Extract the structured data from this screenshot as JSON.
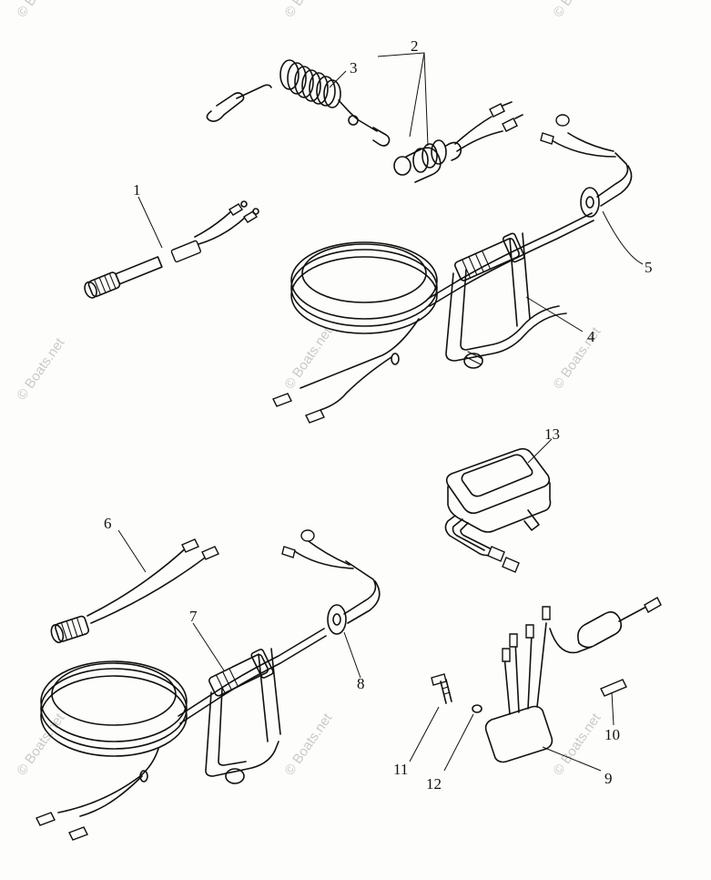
{
  "callouts": [
    {
      "id": "c1",
      "text": "1"
    },
    {
      "id": "c2",
      "text": "2"
    },
    {
      "id": "c3",
      "text": "3"
    },
    {
      "id": "c4",
      "text": "4"
    },
    {
      "id": "c5",
      "text": "5"
    },
    {
      "id": "c6",
      "text": "6"
    },
    {
      "id": "c7",
      "text": "7"
    },
    {
      "id": "c8",
      "text": "8"
    },
    {
      "id": "c9",
      "text": "9"
    },
    {
      "id": "c10",
      "text": "10"
    },
    {
      "id": "c11",
      "text": "11"
    },
    {
      "id": "c12",
      "text": "12"
    },
    {
      "id": "c13",
      "text": "13"
    }
  ],
  "watermark": "© Boats.net"
}
